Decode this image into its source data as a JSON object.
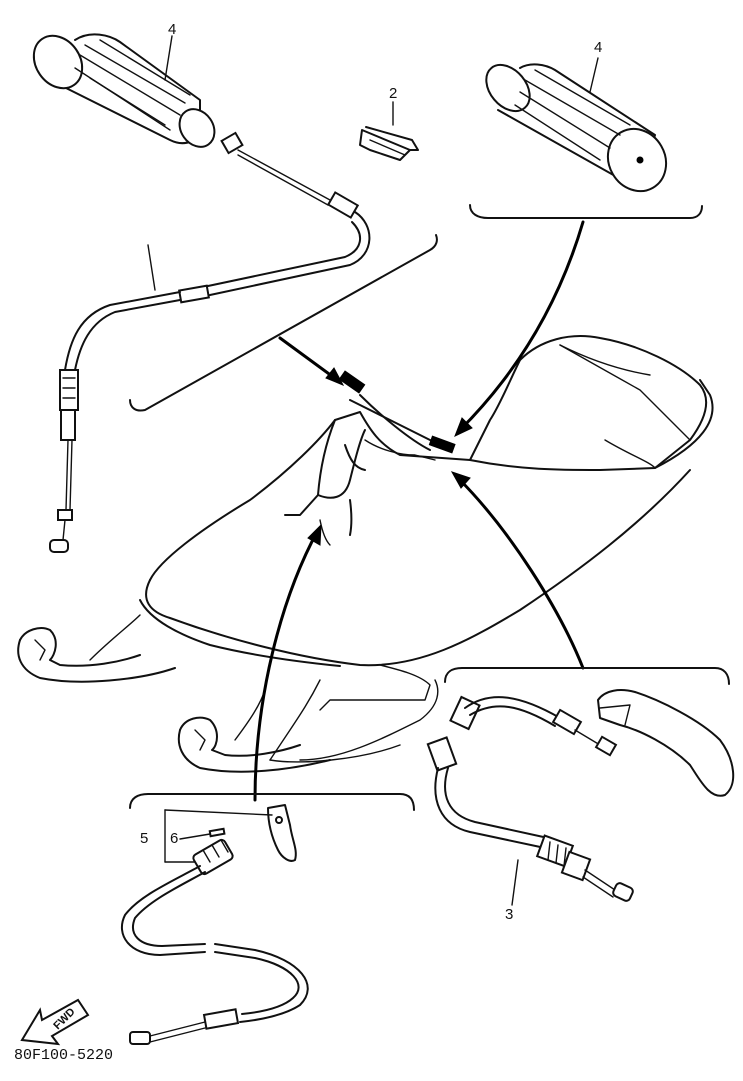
{
  "diagram_code": "80F100-5220",
  "fwd_label": "FWD",
  "callouts": {
    "grip_left": "4",
    "clip": "2",
    "grip_right": "4",
    "brake_cable": "3",
    "lever_group": "5",
    "lever_pin": "6"
  }
}
